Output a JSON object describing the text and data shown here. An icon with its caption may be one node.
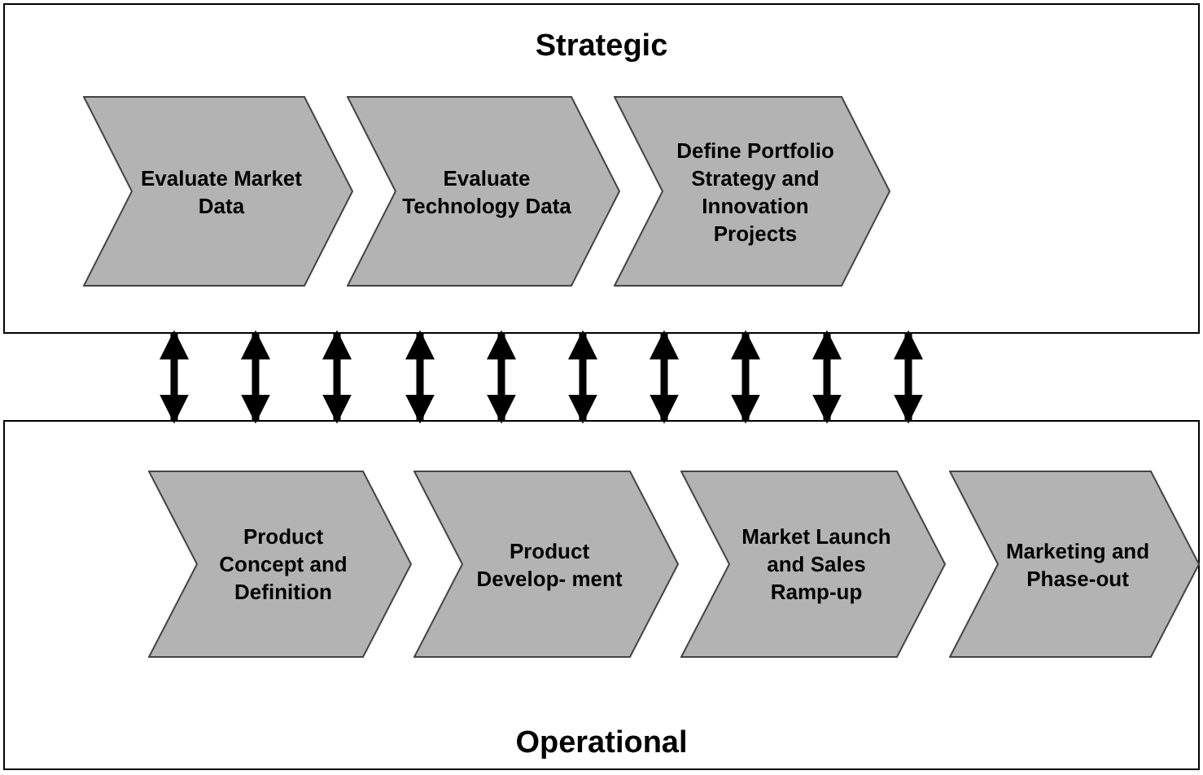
{
  "diagram": {
    "nodes": [
      {
        "text": [
          "Strategic"
        ]
      },
      {
        "text": [
          "Evaluate Market Data"
        ],
        "in": 0
      },
      {
        "text": [
          "Evaluate Technology Data"
        ],
        "in": 0
      },
      {
        "text": [
          "Define Portfolio Strategy and Innovation Projects"
        ],
        "in": 0
      },
      {
        "text": [
          "Operational"
        ]
      },
      {
        "text": [
          "Product Concept and Definition"
        ],
        "in": 4
      },
      {
        "text": [
          "Product Develop- ment"
        ],
        "in": 4
      },
      {
        "text": [
          "Market Launch and Sales Ramp-up"
        ],
        "in": 4
      },
      {
        "text": [
          "Marketing and Phase-out"
        ],
        "in": 4
      }
    ],
    "edges": [
      {
        "from": 0,
        "to": 4,
        "arrow": "both"
      },
      {
        "from": 0,
        "to": 4,
        "arrow": "both"
      },
      {
        "from": 0,
        "to": 4,
        "arrow": "both"
      },
      {
        "from": 0,
        "to": 4,
        "arrow": "both"
      },
      {
        "from": 0,
        "to": 4,
        "arrow": "both"
      },
      {
        "from": 0,
        "to": 4,
        "arrow": "both"
      },
      {
        "from": 0,
        "to": 4,
        "arrow": "both"
      },
      {
        "from": 0,
        "to": 4,
        "arrow": "both"
      },
      {
        "from": 0,
        "to": 4,
        "arrow": "both"
      },
      {
        "from": 0,
        "to": 4,
        "arrow": "both"
      }
    ]
  }
}
